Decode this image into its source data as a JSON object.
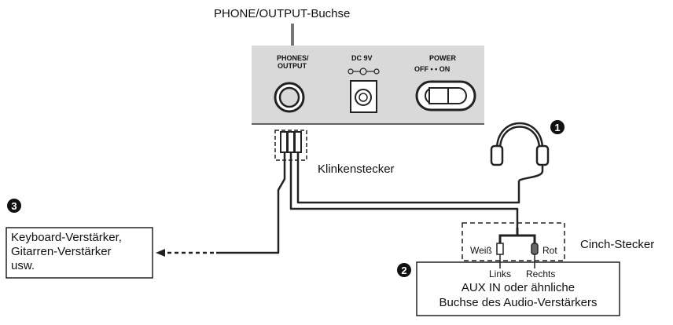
{
  "labels": {
    "phone_output_jack": "PHONE/OUTPUT-Buchse",
    "phones_output_panel_line1": "PHONES/",
    "phones_output_panel_line2": "OUTPUT",
    "dc_9v": "DC 9V",
    "power": "POWER",
    "off_on": "OFF • • ON",
    "plug_label": "Klinkenstecker",
    "rca_label": "Cinch-Stecker",
    "white": "Weiß",
    "red": "Rot",
    "left": "Links",
    "right": "Rechts",
    "aux_line1": "AUX IN oder ähnliche",
    "aux_line2": "Buchse des Audio-Verstärkers",
    "amp_line1": "Keyboard-Verstärker,",
    "amp_line2": "Gitarren-Verstärker",
    "amp_line3": "usw."
  },
  "markers": {
    "m1": "1",
    "m2": "2",
    "m3": "3"
  }
}
